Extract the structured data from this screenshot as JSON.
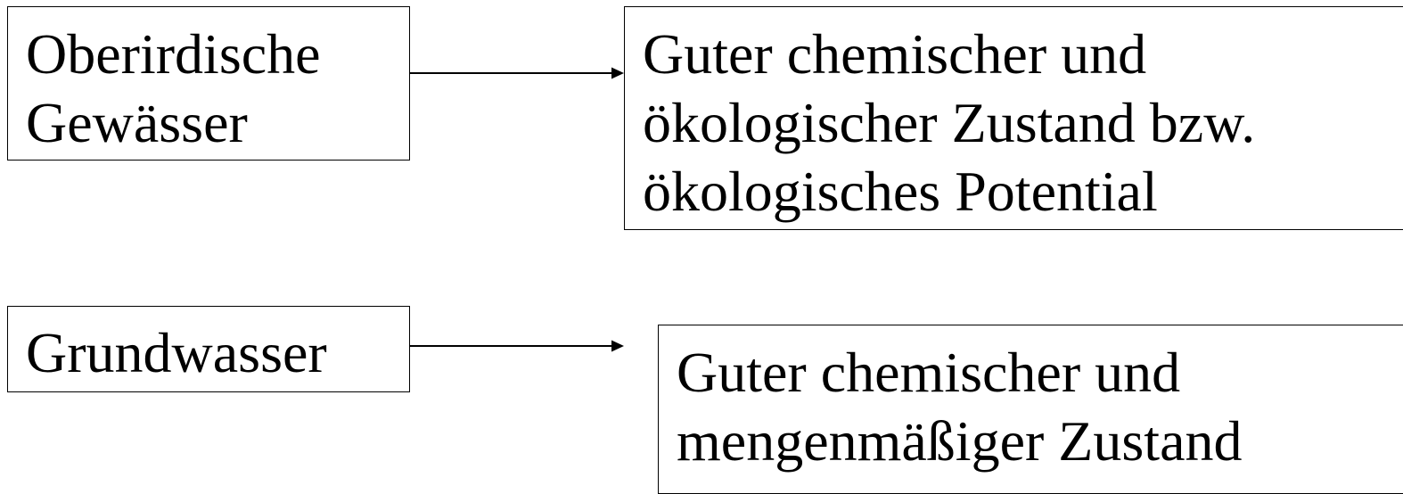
{
  "diagram": {
    "surface_water": {
      "label_lines": [
        "Oberirdische",
        "Gewässer"
      ],
      "goal_lines": [
        "Guter chemischer und",
        "ökologischer Zustand bzw.",
        "ökologisches Potential"
      ]
    },
    "groundwater": {
      "label_lines": [
        "Grundwasser"
      ],
      "goal_lines": [
        "Guter chemischer und",
        "mengenmäßiger Zustand"
      ]
    },
    "colors": {
      "border": "#000000",
      "text": "#000000",
      "background": "#ffffff"
    }
  }
}
